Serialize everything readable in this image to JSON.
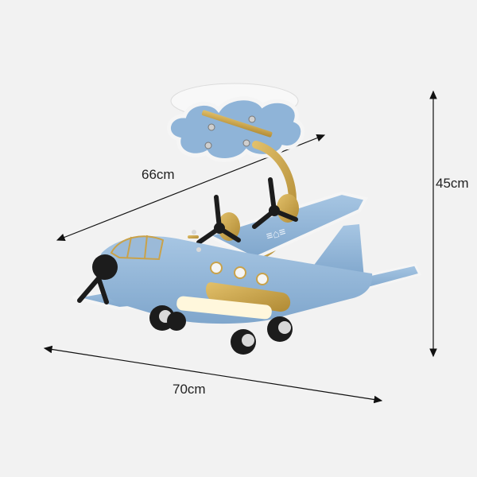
{
  "product": {
    "type": "airplane-ceiling-light",
    "body_color": "#8fb4d8",
    "accent_color": "#c9a24a",
    "dark_color": "#1c1c1c"
  },
  "dimensions": {
    "diagonal": "66cm",
    "width": "70cm",
    "height": "45cm"
  },
  "wing_emblem": "≡⌂≡"
}
